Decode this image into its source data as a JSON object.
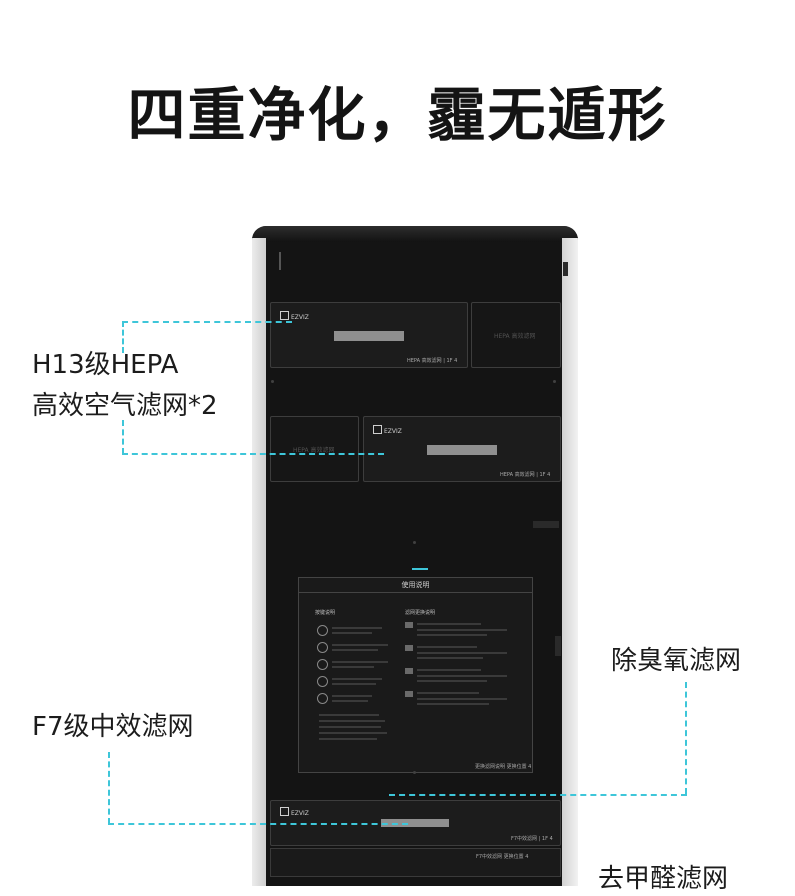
{
  "headline": "四重净化，霾无遁形",
  "callouts": {
    "hepa_line1": "H13级HEPA",
    "hepa_line2": "高效空气滤网*2",
    "deodor": "除臭氧滤网",
    "f7": "F7级中效滤网",
    "bottom_partial": "去甲醛滤网"
  },
  "device": {
    "brand": "EZVIZ",
    "filter_label_hepa": "HEPA 高效滤网 | 1F 4",
    "ghost_label": "HEPA 高效滤网",
    "filter_label_f7": "F7中效滤网 | 1F 4",
    "filter_label_bottom": "F7中效滤网 更换位置 4"
  },
  "manual": {
    "title": "使用说明",
    "col1_heading": "按键说明",
    "col2_heading": "滤网更换说明",
    "icons": [
      "power-icon",
      "timer-icon",
      "mode-icon",
      "speed-icon",
      "light-icon"
    ],
    "col2_items": [
      "1",
      "2",
      "3",
      "4"
    ],
    "footer": "更换滤网说明 更换位置 4"
  },
  "colors": {
    "accent": "#3ec6d9",
    "device_body": "#111111",
    "headline": "#141414"
  }
}
